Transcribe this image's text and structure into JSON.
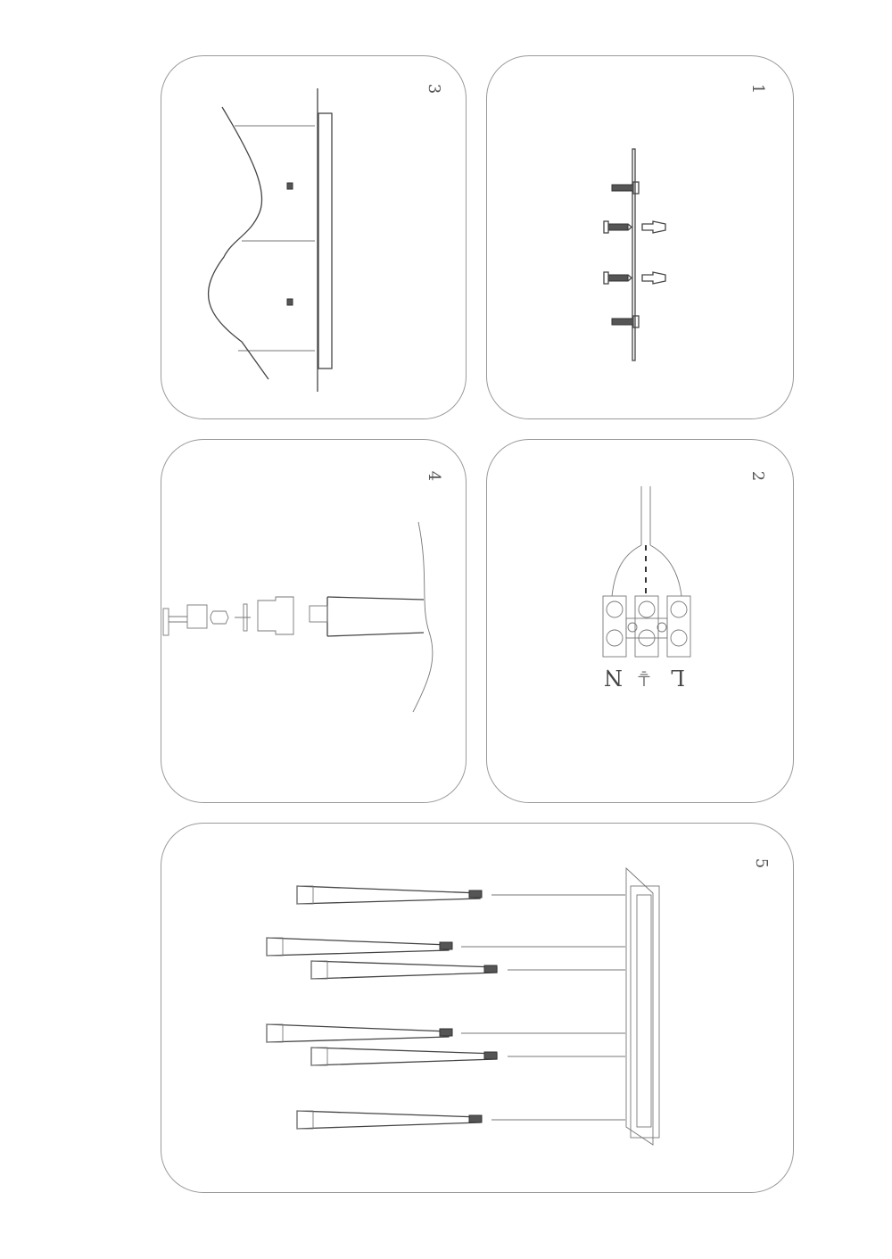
{
  "document": {
    "type": "assembly instructions",
    "orientation": "rotated 90 degrees"
  },
  "steps": [
    {
      "number": "1",
      "content": "mounting plate with 4 screws and 2 wall plugs"
    },
    {
      "number": "2",
      "content": "terminal block wiring",
      "labels": [
        "N",
        "⏚",
        "L"
      ]
    },
    {
      "number": "3",
      "content": "canopy fixed against ceiling plate with 2 screws"
    },
    {
      "number": "4",
      "content": "exploded view of lamp holder, bulb, shade fitting"
    },
    {
      "number": "5",
      "content": "six tapered shades hung from rectangular canopy frame"
    }
  ]
}
